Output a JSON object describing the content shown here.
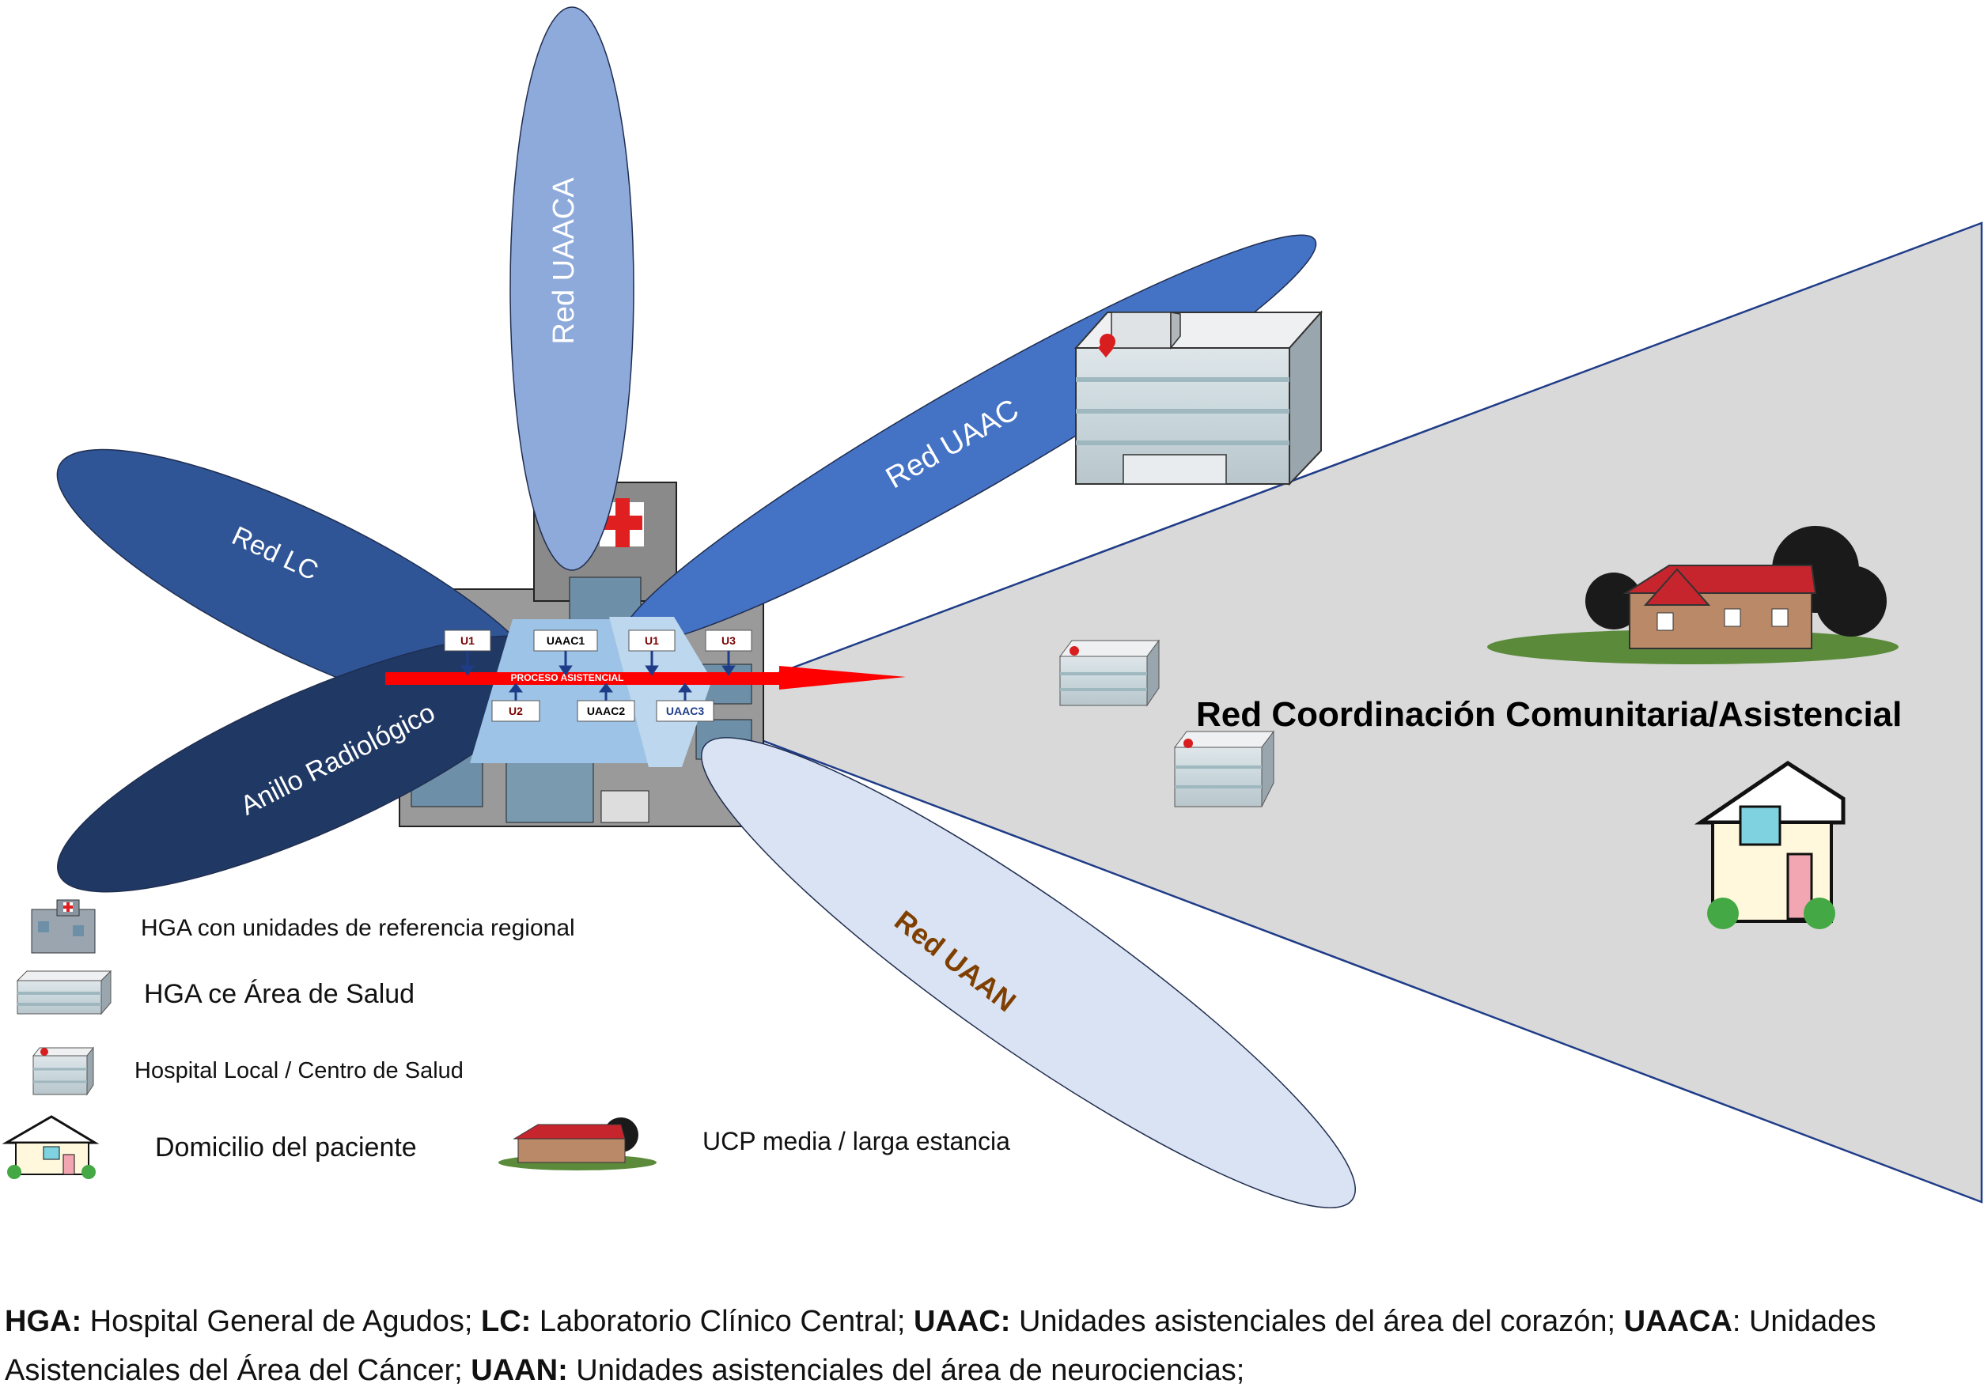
{
  "networks": {
    "uaaca": "Red UAACA",
    "uaac": "Red UAAC",
    "lc": "Red LC",
    "radiologico": "Anillo Radiológico",
    "uaan": "Red UAAN",
    "coordinacion": "Red Coordinación Comunitaria/Asistencial"
  },
  "units": {
    "u1_left": "U1",
    "uaac1": "UAAC1",
    "u1_right": "U1",
    "u3": "U3",
    "u2": "U2",
    "uaac2": "UAAC2",
    "uaac3": "UAAC3",
    "proceso": "PROCESO ASISTENCIAL"
  },
  "legend": {
    "hga_regional": "HGA con unidades de referencia regional",
    "hga_area": "HGA ce Área de Salud",
    "hospital_local": "Hospital Local / Centro de Salud",
    "domicilio": "Domicilio del paciente",
    "ucp": "UCP media / larga estancia"
  },
  "footer": {
    "hga_abbr": "HGA:",
    "hga_text": " Hospital General de Agudos; ",
    "lc_abbr": "LC:",
    "lc_text": " Laboratorio Clínico Central; ",
    "uaac_abbr": "UAAC:",
    "uaac_text": " Unidades asistenciales del área del corazón; ",
    "uaaca_abbr": "UAACA",
    "uaaca_text": ": Unidades Asistenciales del Área del Cáncer; ",
    "uaan_abbr": "UAAN:",
    "uaan_text": " Unidades asistenciales del área de neurociencias;"
  },
  "colors": {
    "uaaca": "#8eaadb",
    "uaac": "#4472c4",
    "lc": "#2f5597",
    "radiologico": "#203864",
    "uaan": "#dae3f3",
    "cone": "#d9d9d9",
    "arrow": "#ff0000",
    "uaan_text": "#7f3f00"
  }
}
